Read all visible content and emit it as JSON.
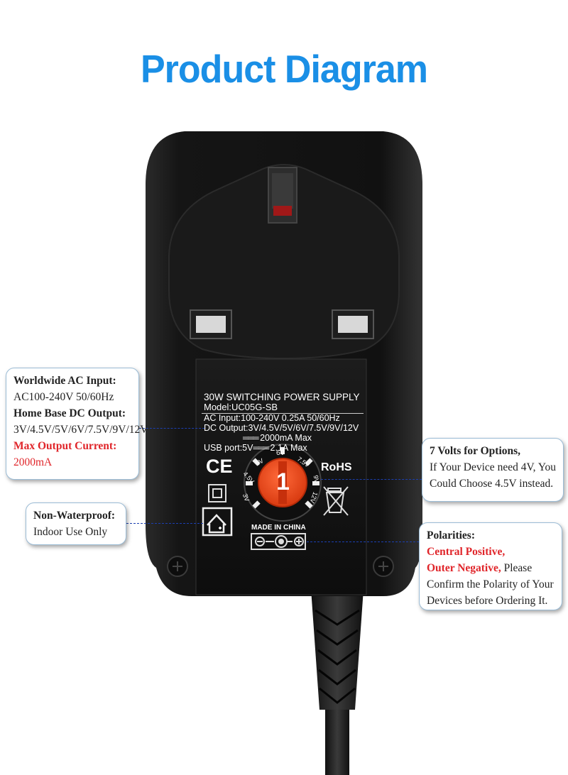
{
  "title": "Product Diagram",
  "label": {
    "line1": "30W SWITCHING POWER SUPPLY",
    "line2": "Model:UC05G-SB",
    "line3": "AC Input:100-240V 0.25A 50/60Hz",
    "line4": "DC Output:3V/4.5V/5V/6V/7.5V/9V/12V",
    "line5": "2000mA Max",
    "line6": "USB port:5V",
    "line6b": "2.1A Max",
    "ce": "CE",
    "rohs": "RoHS",
    "made_in": "MADE IN CHINA",
    "dial_number": "1",
    "dial_marks": [
      "3V",
      "4.5V",
      "5V",
      "6V",
      "7.5V",
      "9V",
      "12V"
    ]
  },
  "callouts": {
    "ac_input": {
      "heading": "Worldwide AC Input:",
      "ac_value": "AC100-240V 50/60Hz",
      "dc_heading": "Home Base DC Output:",
      "dc_value": "3V/4.5V/5V/6V/7.5V/9V/12V",
      "max_heading": "Max Output Current:",
      "max_value": "2000mA"
    },
    "waterproof": {
      "heading": "Non-Waterproof:",
      "text": "Indoor Use Only"
    },
    "volts": {
      "heading": "7 Volts for Options,",
      "line1": "If Your Device need 4V, You",
      "line2": "Could Choose 4.5V instead."
    },
    "polarity": {
      "heading": "Polarities:",
      "red1": "Central Positive,",
      "red2": "Outer Negative,",
      "rest": " Please",
      "line3": "Confirm the Polarity of Your",
      "line4": "Devices before Ordering It."
    }
  },
  "colors": {
    "title_blue": "#1a8fe6",
    "accent_red": "#e0252a",
    "dial_orange": "#f04a1f",
    "body_black": "#111111"
  }
}
